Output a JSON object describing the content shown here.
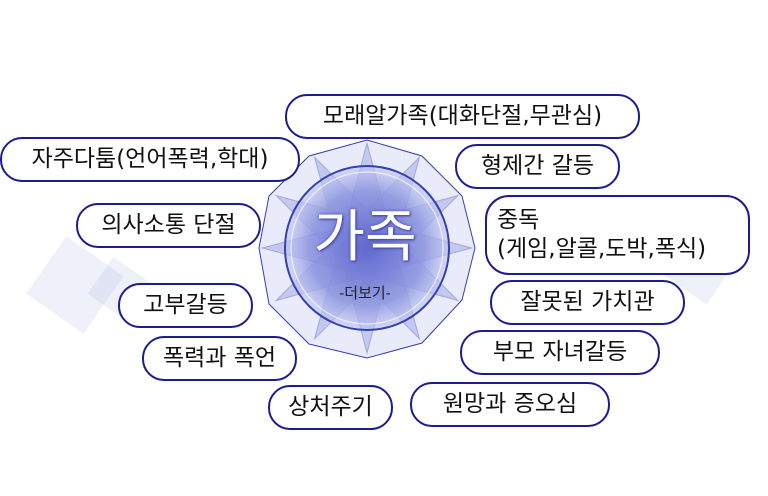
{
  "hub": {
    "title": "가족",
    "more_label": "-더보기-"
  },
  "nodes": [
    {
      "id": "node-1",
      "label": "모래알가족(대화단절,무관심)"
    },
    {
      "id": "node-2",
      "label": "형제간 갈등"
    },
    {
      "id": "node-3",
      "lines": [
        "중독",
        "(게임,알콜,도박,폭식)"
      ]
    },
    {
      "id": "node-4",
      "label": "잘못된 가치관"
    },
    {
      "id": "node-5",
      "label": "부모 자녀갈등"
    },
    {
      "id": "node-6",
      "label": "원망과 증오심"
    },
    {
      "id": "node-7",
      "label": "상처주기"
    },
    {
      "id": "node-8",
      "label": "폭력과 폭언"
    },
    {
      "id": "node-9",
      "label": "고부갈등"
    },
    {
      "id": "node-10",
      "label": "의사소통 단절"
    },
    {
      "id": "node-11",
      "label": "자주다툼(언어폭력,학대)"
    }
  ],
  "colors": {
    "pill_border": "#1c1c8c",
    "hub_fill": "#7b86d8",
    "hub_ring": "#3340b0"
  }
}
